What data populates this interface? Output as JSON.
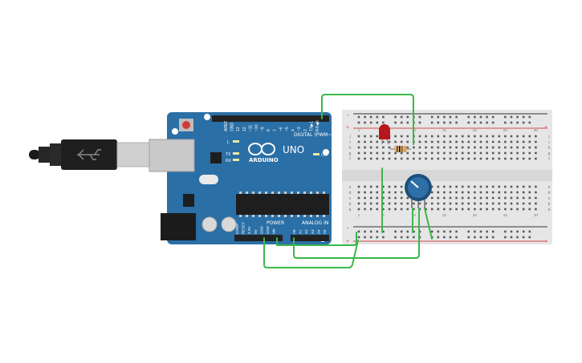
{
  "arduino": {
    "brand": "ARDUINO",
    "model": "UNO",
    "digital_label": "DIGITAL (PWM~)",
    "power_label": "POWER",
    "analog_label": "ANALOG IN",
    "led_l": "L",
    "led_tx": "TX",
    "led_rx": "RX",
    "led_on": "ON",
    "digital_pins": [
      "AREF",
      "GND",
      "13",
      "12",
      "~11",
      "~10",
      "~9",
      "8",
      "7",
      "~6",
      "~5",
      "4",
      "~3",
      "2",
      "TX▶1",
      "RX◀0"
    ],
    "power_pins": [
      "IOREF",
      "RESET",
      "3.3V",
      "5V",
      "GND",
      "GND",
      "Vin"
    ],
    "analog_pins": [
      "A0",
      "A1",
      "A2",
      "A3",
      "A4",
      "A5"
    ]
  },
  "breadboard": {
    "row_letters_top": [
      "j",
      "i",
      "h",
      "g",
      "f"
    ],
    "row_letters_bottom": [
      "e",
      "d",
      "c",
      "b",
      "a"
    ],
    "column_numbers": [
      "1",
      "5",
      "10",
      "15",
      "20",
      "25",
      "30"
    ],
    "rail_plus": "+",
    "rail_minus": "-"
  },
  "colors": {
    "board": "#2a6fa6",
    "wire": "#3bb84a",
    "header": "#222222",
    "breadboard": "#e6e6e6",
    "rail_red": "#d84a4a",
    "rail_dark": "#333333",
    "led": "#b5171b",
    "pot": "#2e6fa8"
  }
}
